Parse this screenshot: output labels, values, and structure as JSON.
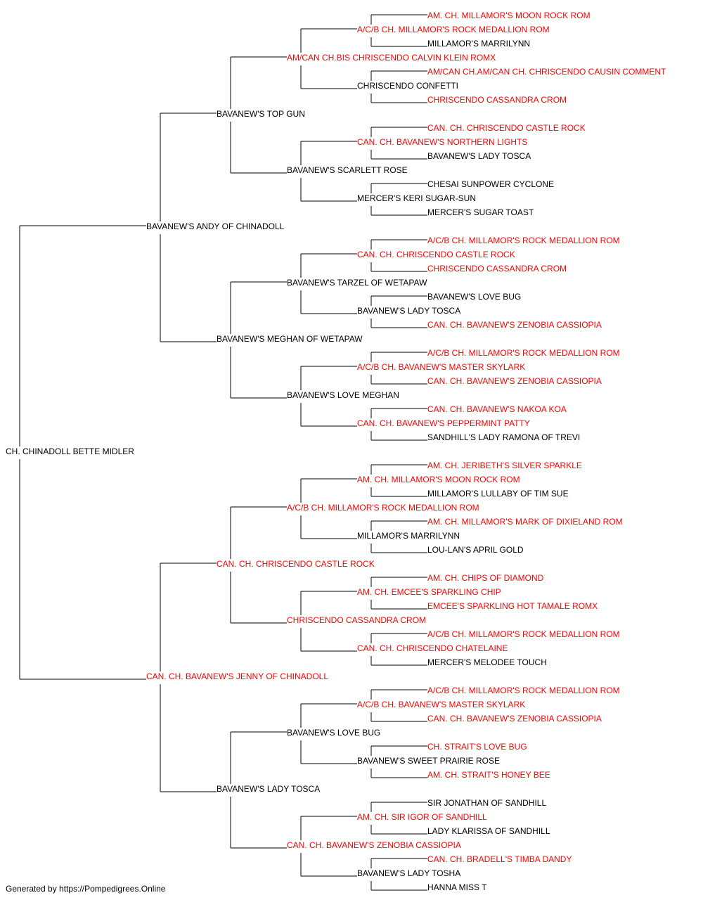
{
  "colors": {
    "champion": "#ff0000",
    "normal": "#000000",
    "line": "#000000"
  },
  "pedigree": {
    "name": "CH. CHINADOLL BETTE MIDLER",
    "champion": false,
    "sire": {
      "name": "BAVANEW'S ANDY OF CHINADOLL",
      "champion": false,
      "sire": {
        "name": "BAVANEW'S TOP GUN",
        "champion": false,
        "sire": {
          "name": "AM/CAN CH.BIS CHRISCENDO CALVIN KLEIN ROMX",
          "champion": true,
          "sire": {
            "name": "A/C/B CH. MILLAMOR'S ROCK MEDALLION ROM",
            "champion": true,
            "sire": {
              "name": "AM. CH. MILLAMOR'S MOON ROCK ROM",
              "champion": true
            },
            "dam": {
              "name": "MILLAMOR'S MARRILYNN",
              "champion": false
            }
          },
          "dam": {
            "name": "CHRISCENDO CONFETTI",
            "champion": false,
            "sire": {
              "name": "AM/CAN CH.AM/CAN CH. CHRISCENDO CAUSIN COMMENT",
              "champion": true
            },
            "dam": {
              "name": "CHRISCENDO CASSANDRA CROM",
              "champion": true
            }
          }
        },
        "dam": {
          "name": "BAVANEW'S SCARLETT ROSE",
          "champion": false,
          "sire": {
            "name": "CAN. CH. BAVANEW'S NORTHERN LIGHTS",
            "champion": true,
            "sire": {
              "name": "CAN. CH. CHRISCENDO CASTLE ROCK",
              "champion": true
            },
            "dam": {
              "name": "BAVANEW'S LADY TOSCA",
              "champion": false
            }
          },
          "dam": {
            "name": "MERCER'S KERI SUGAR-SUN",
            "champion": false,
            "sire": {
              "name": "CHESAI SUNPOWER CYCLONE",
              "champion": false
            },
            "dam": {
              "name": "MERCER'S SUGAR TOAST",
              "champion": false
            }
          }
        }
      },
      "dam": {
        "name": "BAVANEW'S MEGHAN OF WETAPAW",
        "champion": false,
        "sire": {
          "name": "BAVANEW'S TARZEL OF WETAPAW",
          "champion": false,
          "sire": {
            "name": "CAN. CH. CHRISCENDO CASTLE ROCK",
            "champion": true,
            "sire": {
              "name": "A/C/B CH. MILLAMOR'S ROCK MEDALLION ROM",
              "champion": true
            },
            "dam": {
              "name": "CHRISCENDO CASSANDRA CROM",
              "champion": true
            }
          },
          "dam": {
            "name": "BAVANEW'S LADY TOSCA",
            "champion": false,
            "sire": {
              "name": "BAVANEW'S LOVE BUG",
              "champion": false
            },
            "dam": {
              "name": "CAN. CH. BAVANEW'S ZENOBIA CASSIOPIA",
              "champion": true
            }
          }
        },
        "dam": {
          "name": "BAVANEW'S LOVE MEGHAN",
          "champion": false,
          "sire": {
            "name": "A/C/B CH. BAVANEW'S MASTER SKYLARK",
            "champion": true,
            "sire": {
              "name": "A/C/B CH. MILLAMOR'S ROCK MEDALLION ROM",
              "champion": true
            },
            "dam": {
              "name": "CAN. CH. BAVANEW'S ZENOBIA CASSIOPIA",
              "champion": true
            }
          },
          "dam": {
            "name": "CAN. CH. BAVANEW'S PEPPERMINT PATTY",
            "champion": true,
            "sire": {
              "name": "CAN. CH. BAVANEW'S NAKOA KOA",
              "champion": true
            },
            "dam": {
              "name": "SANDHILL'S LADY RAMONA OF TREVI",
              "champion": false
            }
          }
        }
      }
    },
    "dam": {
      "name": "CAN. CH. BAVANEW'S JENNY OF CHINADOLL",
      "champion": true,
      "sire": {
        "name": "CAN. CH. CHRISCENDO CASTLE ROCK",
        "champion": true,
        "sire": {
          "name": "A/C/B CH. MILLAMOR'S ROCK MEDALLION ROM",
          "champion": true,
          "sire": {
            "name": "AM. CH. MILLAMOR'S MOON ROCK ROM",
            "champion": true,
            "sire": {
              "name": "AM. CH. JERIBETH'S SILVER SPARKLE",
              "champion": true
            },
            "dam": {
              "name": "MILLAMOR'S LULLABY OF TIM SUE",
              "champion": false
            }
          },
          "dam": {
            "name": "MILLAMOR'S MARRILYNN",
            "champion": false,
            "sire": {
              "name": "AM. CH. MILLAMOR'S MARK OF DIXIELAND ROM",
              "champion": true
            },
            "dam": {
              "name": "LOU-LAN'S APRIL GOLD",
              "champion": false
            }
          }
        },
        "dam": {
          "name": "CHRISCENDO CASSANDRA CROM",
          "champion": true,
          "sire": {
            "name": "AM. CH. EMCEE'S SPARKLING CHIP",
            "champion": true,
            "sire": {
              "name": "AM. CH. CHIPS OF DIAMOND",
              "champion": true
            },
            "dam": {
              "name": "EMCEE'S SPARKLING HOT TAMALE ROMX",
              "champion": true
            }
          },
          "dam": {
            "name": "CAN. CH. CHRISCENDO CHATELAINE",
            "champion": true,
            "sire": {
              "name": "A/C/B CH. MILLAMOR'S ROCK MEDALLION ROM",
              "champion": true
            },
            "dam": {
              "name": "MERCER'S MELODEE TOUCH",
              "champion": false
            }
          }
        }
      },
      "dam": {
        "name": "BAVANEW'S LADY TOSCA",
        "champion": false,
        "sire": {
          "name": "BAVANEW'S LOVE BUG",
          "champion": false,
          "sire": {
            "name": "A/C/B CH. BAVANEW'S MASTER SKYLARK",
            "champion": true,
            "sire": {
              "name": "A/C/B CH. MILLAMOR'S ROCK MEDALLION ROM",
              "champion": true
            },
            "dam": {
              "name": "CAN. CH. BAVANEW'S ZENOBIA CASSIOPIA",
              "champion": true
            }
          },
          "dam": {
            "name": "BAVANEW'S SWEET PRAIRIE ROSE",
            "champion": false,
            "sire": {
              "name": "CH. STRAIT'S LOVE BUG",
              "champion": true
            },
            "dam": {
              "name": "AM. CH. STRAIT'S HONEY BEE",
              "champion": true
            }
          }
        },
        "dam": {
          "name": "CAN. CH. BAVANEW'S ZENOBIA CASSIOPIA",
          "champion": true,
          "sire": {
            "name": "AM. CH. SIR IGOR OF SANDHILL",
            "champion": true,
            "sire": {
              "name": "SIR JONATHAN OF SANDHILL",
              "champion": false
            },
            "dam": {
              "name": "LADY KLARISSA OF SANDHILL",
              "champion": false
            }
          },
          "dam": {
            "name": "BAVANEW'S LADY TOSHA",
            "champion": false,
            "sire": {
              "name": "CAN. CH. BRADELL'S TIMBA DANDY",
              "champion": true
            },
            "dam": {
              "name": "HANNA MISS T",
              "champion": false
            }
          }
        }
      }
    }
  },
  "footer": {
    "text": "Generated by https://Pompedigrees.Online"
  }
}
